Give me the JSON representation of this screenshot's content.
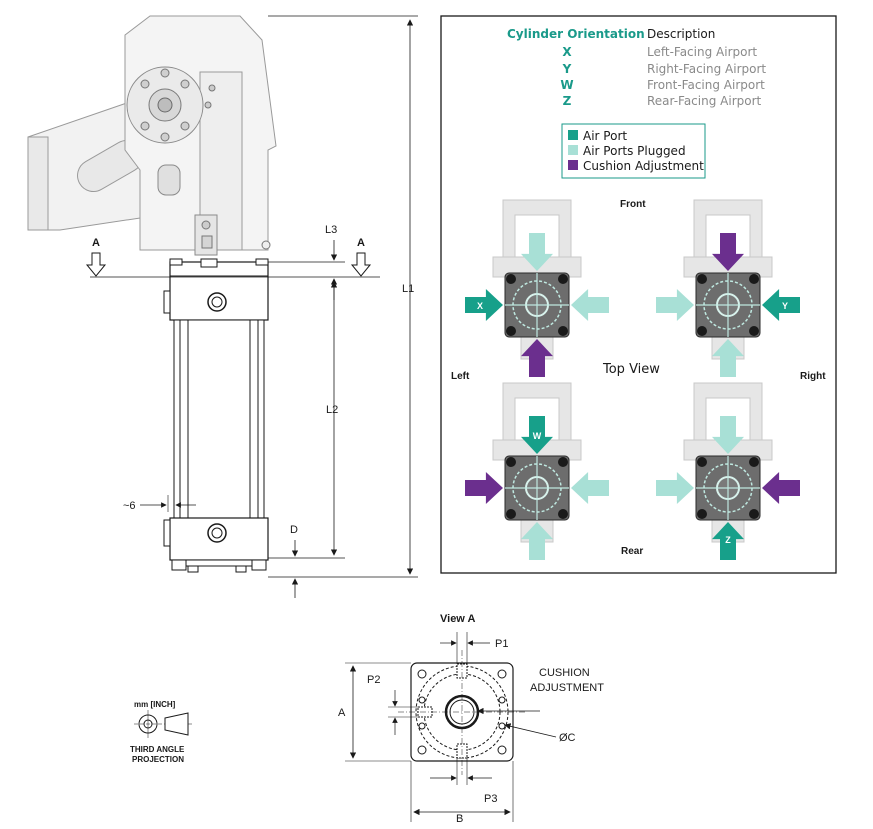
{
  "side_view": {
    "section_marker": "A",
    "dimensions": {
      "L1": "L1",
      "L2": "L2",
      "L3": "L3",
      "D": "D",
      "offset": "~6"
    }
  },
  "orientation_panel": {
    "header_code": "Cylinder Orientation",
    "header_desc": "Description",
    "rows": [
      {
        "code": "X",
        "desc": "Left-Facing Airport"
      },
      {
        "code": "Y",
        "desc": "Right-Facing Airport"
      },
      {
        "code": "W",
        "desc": "Front-Facing Airport"
      },
      {
        "code": "Z",
        "desc": "Rear-Facing Airport"
      }
    ],
    "legend": [
      {
        "label": "Air Port",
        "color": "#17a08a"
      },
      {
        "label": "Air Ports Plugged",
        "color": "#a8e0d6"
      },
      {
        "label": "Cushion Adjustment",
        "color": "#6b2f8e"
      }
    ],
    "directions": {
      "front": "Front",
      "rear": "Rear",
      "left": "Left",
      "right": "Right"
    },
    "top_view": "Top View",
    "quadrant_codes": {
      "top_left": "X",
      "top_right": "Y",
      "bottom_left": "W",
      "bottom_right": "Z"
    }
  },
  "view_a": {
    "title": "View A",
    "labels": {
      "P1": "P1",
      "P2": "P2",
      "P3": "P3",
      "A": "A",
      "B": "B",
      "C": "ØC"
    },
    "cushion_line1": "CUSHION",
    "cushion_line2": "ADJUSTMENT"
  },
  "projection": {
    "units": "mm [INCH]",
    "line1": "THIRD ANGLE",
    "line2": "PROJECTION"
  },
  "colors": {
    "teal": "#17a08a",
    "light_teal": "#a8e0d6",
    "purple": "#6b2f8e"
  }
}
